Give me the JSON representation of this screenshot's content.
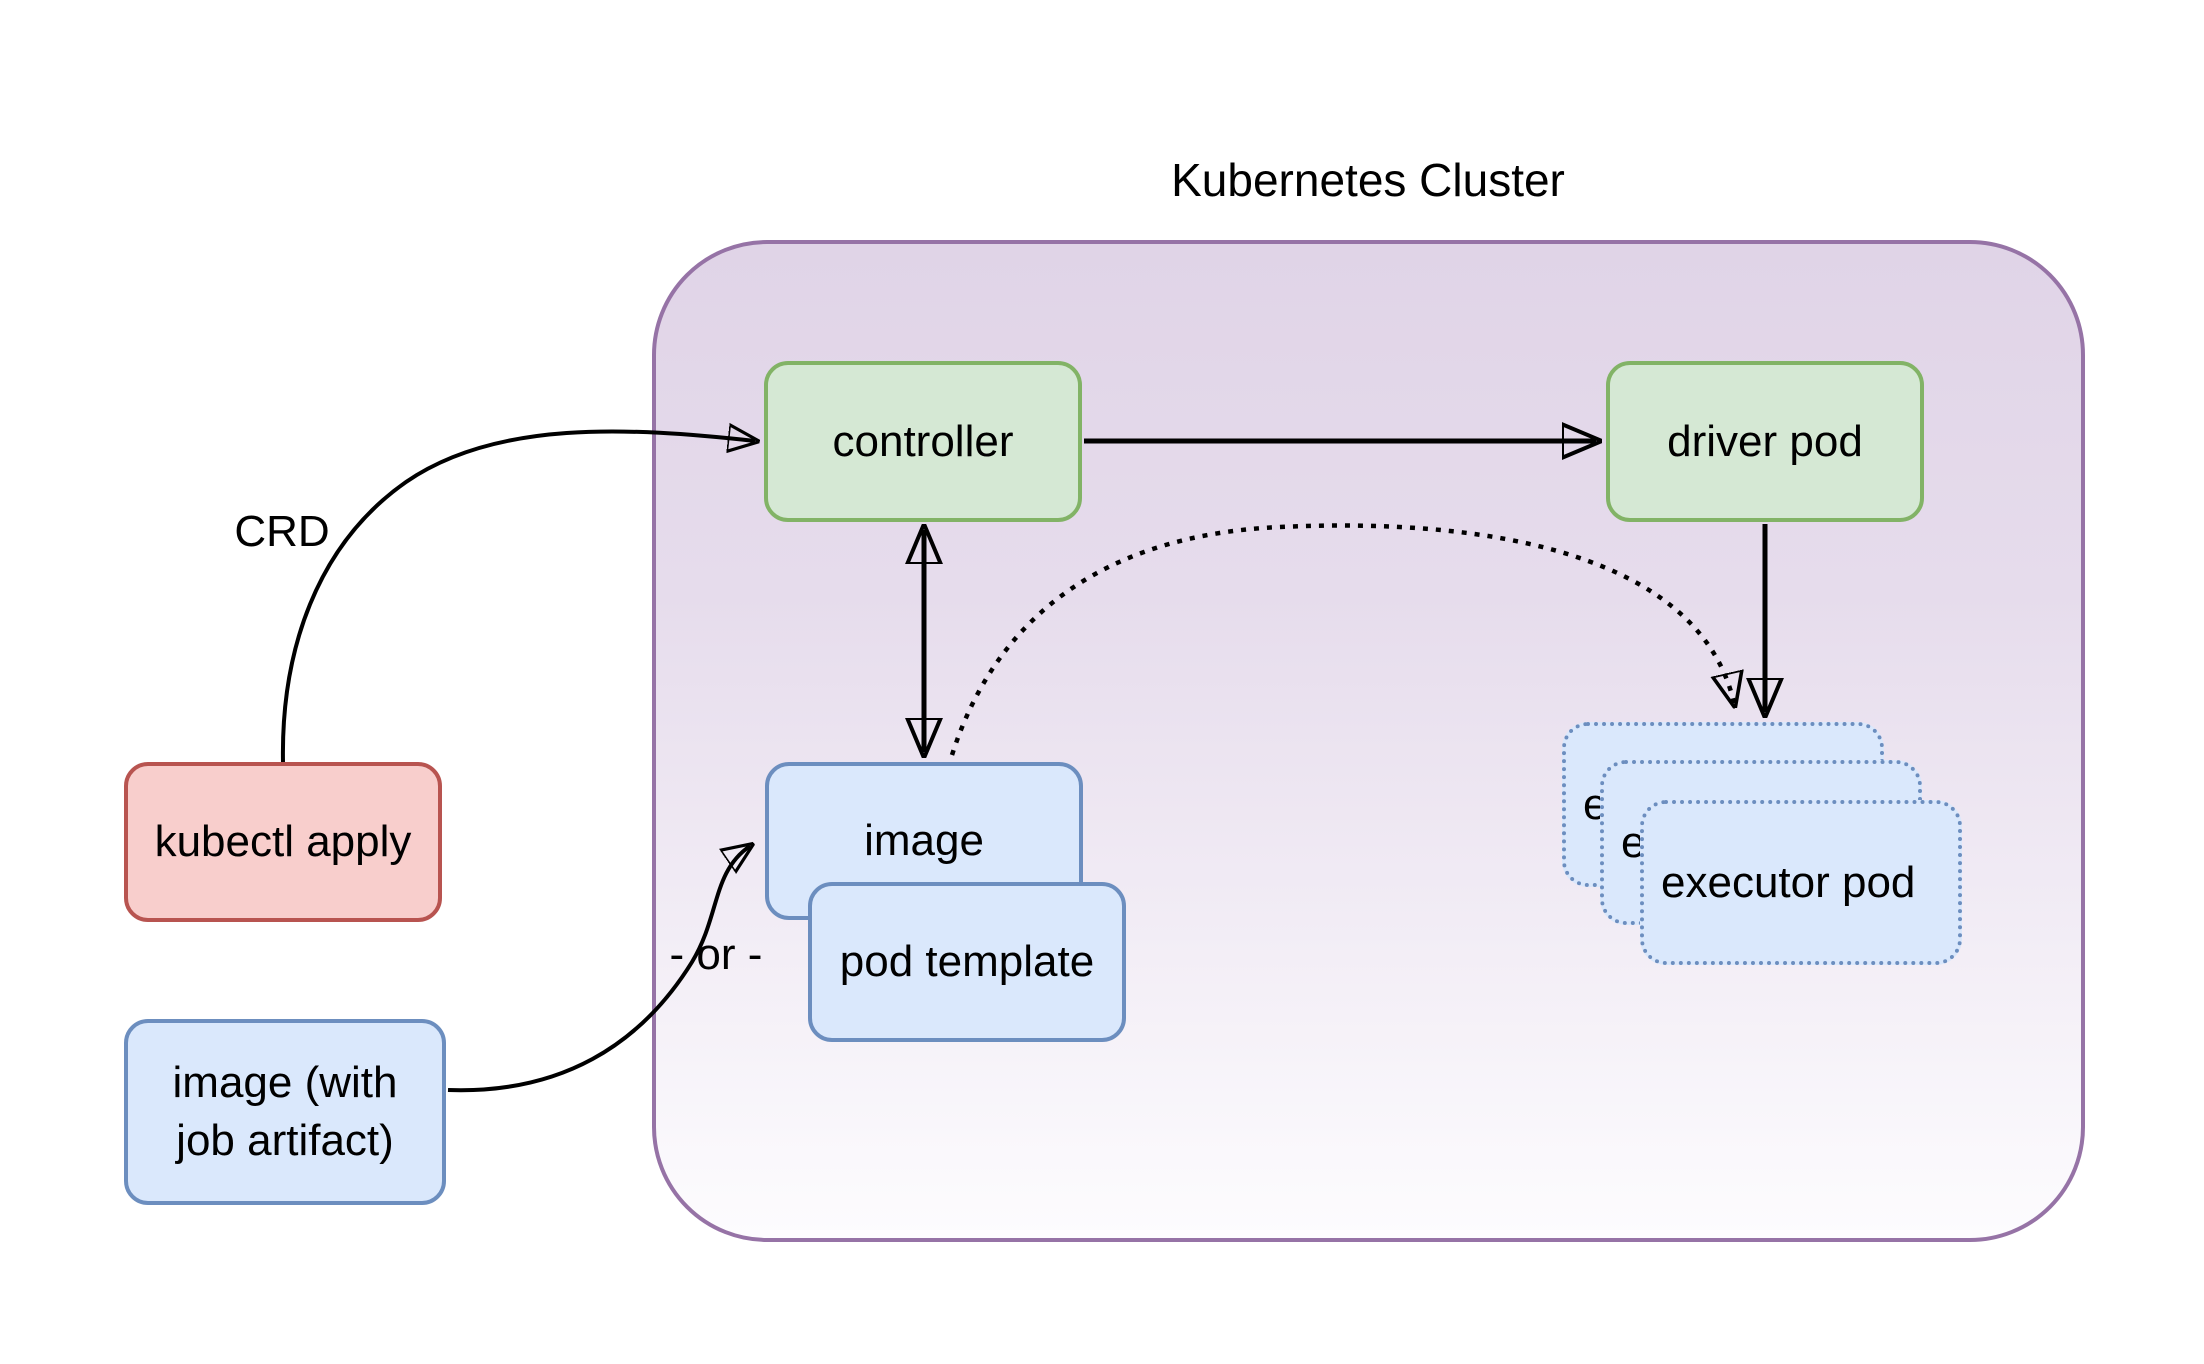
{
  "title": "Kubernetes Cluster",
  "nodes": {
    "controller": "controller",
    "driver_pod": "driver pod",
    "kubectl_apply": "kubectl apply",
    "image": "image",
    "pod_template": "pod template",
    "executor_pod": "executor pod",
    "image_with_job_artifact": {
      "line1": "image (with",
      "line2": "job artifact)"
    }
  },
  "edge_labels": {
    "crd": "CRD",
    "or": "- or -"
  },
  "colors": {
    "cluster_fill_top": "#e0d4e7",
    "cluster_fill_bottom": "#fdfcfe",
    "cluster_stroke": "#9673a6",
    "green_fill": "#d5e8d4",
    "green_stroke": "#82b366",
    "blue_fill": "#dae8fc",
    "blue_stroke": "#6c8ebf",
    "red_fill": "#f8cecc",
    "red_stroke": "#b85450",
    "arrow": "#000000",
    "text": "#000000"
  }
}
